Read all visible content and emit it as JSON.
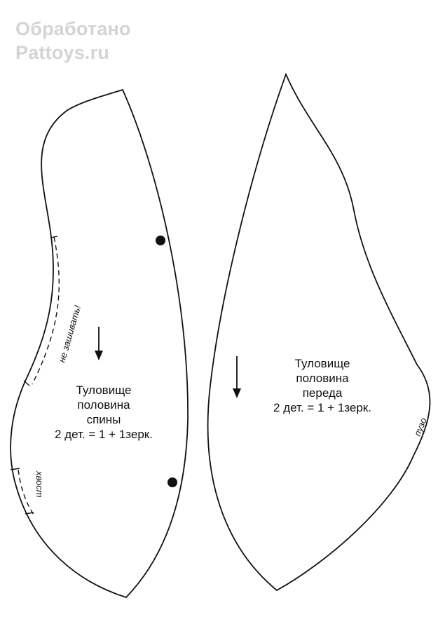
{
  "watermark": {
    "line1": "Обработано",
    "line2": "Pattoys.ru"
  },
  "colors": {
    "outline": "#111111",
    "watermark": "#d4d4d4",
    "background": "#ffffff"
  },
  "pieces": {
    "back": {
      "title_lines": [
        "Туловище",
        "половина",
        "спины",
        "2 дет. = 1 + 1зерк."
      ],
      "do_not_sew": "не зашивать!",
      "tail": "хвост"
    },
    "front": {
      "title_lines": [
        "Туловище",
        "половина",
        "переда",
        "2 дет. = 1 + 1зерк."
      ],
      "belly": "пузо"
    }
  }
}
